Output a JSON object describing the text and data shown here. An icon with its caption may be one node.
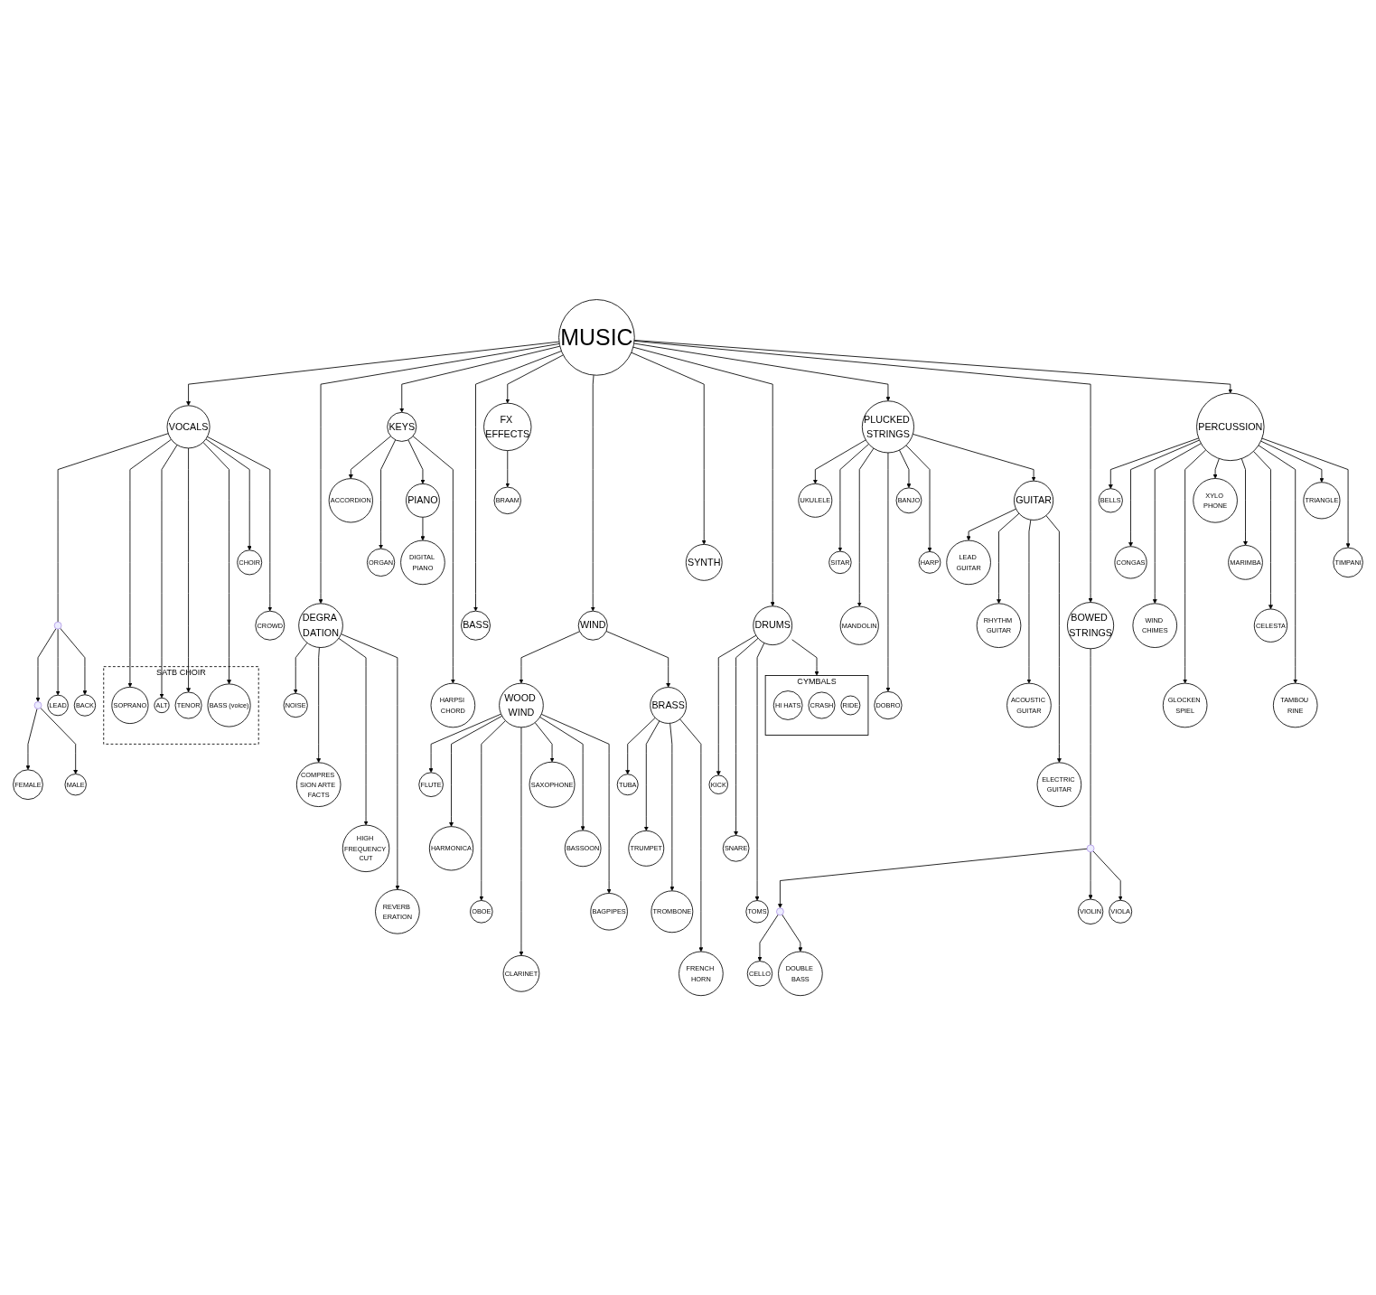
{
  "diagram": {
    "nodes": [
      {
        "text": [
          "MUSIC"
        ]
      },
      {
        "text": [
          "VOCALS"
        ]
      },
      {
        "text": [
          "FEMALE"
        ]
      },
      {
        "text": [
          "MALE"
        ]
      },
      {
        "text": [
          "LEAD"
        ]
      },
      {
        "text": [
          "BACK"
        ]
      },
      {
        "text": [
          "SATB CHOIR"
        ]
      },
      {
        "text": [
          "SOPRANO"
        ],
        "in": 6
      },
      {
        "text": [
          "ALT"
        ],
        "in": 6
      },
      {
        "text": [
          "TENOR"
        ],
        "in": 6
      },
      {
        "text": [
          "BASS (voice)"
        ],
        "in": 6
      },
      {
        "text": [
          "CHOIR"
        ]
      },
      {
        "text": [
          "CROWD"
        ]
      },
      {
        "text": [
          "DEGRA DATION"
        ]
      },
      {
        "text": [
          "NOISE"
        ]
      },
      {
        "text": [
          "COMPRES SION ARTE FACTS"
        ]
      },
      {
        "text": [
          "HIGH FREQUENCY CUT"
        ]
      },
      {
        "text": [
          "REVERB ERATION"
        ]
      },
      {
        "text": [
          "KEYS"
        ]
      },
      {
        "text": [
          "ACCORDION"
        ]
      },
      {
        "text": [
          "ORGAN"
        ]
      },
      {
        "text": [
          "PIANO"
        ]
      },
      {
        "text": [
          "DIGITAL PIANO"
        ]
      },
      {
        "text": [
          "HARPSI CHORD"
        ]
      },
      {
        "text": [
          "BASS"
        ]
      },
      {
        "text": [
          "FX EFFECTS"
        ]
      },
      {
        "text": [
          "BRAAM"
        ]
      },
      {
        "text": [
          "WIND"
        ]
      },
      {
        "text": [
          "WOOD WIND"
        ]
      },
      {
        "text": [
          "FLUTE"
        ]
      },
      {
        "text": [
          "HARMONICA"
        ]
      },
      {
        "text": [
          "OBOE"
        ]
      },
      {
        "text": [
          "CLARINET"
        ]
      },
      {
        "text": [
          "SAXOPHONE"
        ]
      },
      {
        "text": [
          "BASSOON"
        ]
      },
      {
        "text": [
          "BAGPIPES"
        ]
      },
      {
        "text": [
          "BRASS"
        ]
      },
      {
        "text": [
          "TUBA"
        ]
      },
      {
        "text": [
          "TRUMPET"
        ]
      },
      {
        "text": [
          "TROMBONE"
        ]
      },
      {
        "text": [
          "FRENCH HORN"
        ]
      },
      {
        "text": [
          "SYNTH"
        ]
      },
      {
        "text": [
          "DRUMS"
        ]
      },
      {
        "text": [
          "CYMBALS"
        ]
      },
      {
        "text": [
          "HI HATS"
        ],
        "in": 43
      },
      {
        "text": [
          "CRASH"
        ],
        "in": 43
      },
      {
        "text": [
          "RIDE"
        ],
        "in": 43
      },
      {
        "text": [
          "KICK"
        ]
      },
      {
        "text": [
          "SNARE"
        ]
      },
      {
        "text": [
          "TOMS"
        ]
      },
      {
        "text": [
          "PLUCKED STRINGS"
        ]
      },
      {
        "text": [
          "UKULELE"
        ]
      },
      {
        "text": [
          "SITAR"
        ]
      },
      {
        "text": [
          "MANDOLIN"
        ]
      },
      {
        "text": [
          "DOBRO"
        ]
      },
      {
        "text": [
          "BANJO"
        ]
      },
      {
        "text": [
          "HARP"
        ]
      },
      {
        "text": [
          "GUITAR"
        ]
      },
      {
        "text": [
          "LEAD GUITAR"
        ]
      },
      {
        "text": [
          "RHYTHM GUITAR"
        ]
      },
      {
        "text": [
          "ACOUSTIC GUITAR"
        ]
      },
      {
        "text": [
          "ELECTRIC GUITAR"
        ]
      },
      {
        "text": [
          "BOWED STRINGS"
        ]
      },
      {
        "text": [
          "VIOLIN"
        ]
      },
      {
        "text": [
          "VIOLA"
        ]
      },
      {
        "text": [
          "CELLO"
        ]
      },
      {
        "text": [
          "DOUBLE BASS"
        ]
      },
      {
        "text": [
          "PERCUSSION"
        ]
      },
      {
        "text": [
          "BELLS"
        ]
      },
      {
        "text": [
          "CONGAS"
        ]
      },
      {
        "text": [
          "WIND CHIMES"
        ]
      },
      {
        "text": [
          "GLOCKEN SPIEL"
        ]
      },
      {
        "text": [
          "XYLO PHONE"
        ]
      },
      {
        "text": [
          "MARIMBA"
        ]
      },
      {
        "text": [
          "CELESTA"
        ]
      },
      {
        "text": [
          "TAMBOU RINE"
        ]
      },
      {
        "text": [
          "TRIANGLE"
        ]
      },
      {
        "text": [
          "TIMPANI"
        ]
      },
      {
        "text": [],
        "shape": "point"
      },
      {
        "text": [],
        "shape": "point"
      },
      {
        "text": [],
        "shape": "point"
      },
      {
        "text": [],
        "shape": "point"
      }
    ],
    "edges": [
      {
        "from": 0,
        "to": 1,
        "arrow": "to"
      },
      {
        "from": 0,
        "to": 13,
        "arrow": "to"
      },
      {
        "from": 0,
        "to": 18,
        "arrow": "to"
      },
      {
        "from": 0,
        "to": 24,
        "arrow": "to"
      },
      {
        "from": 0,
        "to": 25,
        "arrow": "to"
      },
      {
        "from": 0,
        "to": 27,
        "arrow": "to"
      },
      {
        "from": 0,
        "to": 41,
        "arrow": "to"
      },
      {
        "from": 0,
        "to": 42,
        "arrow": "to"
      },
      {
        "from": 0,
        "to": 50,
        "arrow": "to"
      },
      {
        "from": 0,
        "to": 62,
        "arrow": "to"
      },
      {
        "from": 0,
        "to": 67,
        "arrow": "to"
      },
      {
        "from": 1,
        "to": 78,
        "arrow": "none"
      },
      {
        "from": 78,
        "to": 79,
        "arrow": "to"
      },
      {
        "from": 79,
        "to": 2,
        "arrow": "to"
      },
      {
        "from": 79,
        "to": 3,
        "arrow": "to"
      },
      {
        "from": 78,
        "to": 4,
        "arrow": "to"
      },
      {
        "from": 78,
        "to": 5,
        "arrow": "to"
      },
      {
        "from": 1,
        "to": 7,
        "arrow": "to"
      },
      {
        "from": 1,
        "to": 8,
        "arrow": "to"
      },
      {
        "from": 1,
        "to": 9,
        "arrow": "to"
      },
      {
        "from": 1,
        "to": 10,
        "arrow": "to"
      },
      {
        "from": 1,
        "to": 11,
        "arrow": "to"
      },
      {
        "from": 1,
        "to": 12,
        "arrow": "to"
      },
      {
        "from": 13,
        "to": 14,
        "arrow": "to"
      },
      {
        "from": 13,
        "to": 15,
        "arrow": "to"
      },
      {
        "from": 13,
        "to": 16,
        "arrow": "to"
      },
      {
        "from": 13,
        "to": 17,
        "arrow": "to"
      },
      {
        "from": 18,
        "to": 19,
        "arrow": "to"
      },
      {
        "from": 18,
        "to": 20,
        "arrow": "to"
      },
      {
        "from": 18,
        "to": 21,
        "arrow": "to"
      },
      {
        "from": 21,
        "to": 22,
        "arrow": "to"
      },
      {
        "from": 18,
        "to": 23,
        "arrow": "to"
      },
      {
        "from": 25,
        "to": 26,
        "arrow": "to"
      },
      {
        "from": 27,
        "to": 28,
        "arrow": "to"
      },
      {
        "from": 27,
        "to": 36,
        "arrow": "to"
      },
      {
        "from": 28,
        "to": 29,
        "arrow": "to"
      },
      {
        "from": 28,
        "to": 30,
        "arrow": "to"
      },
      {
        "from": 28,
        "to": 31,
        "arrow": "to"
      },
      {
        "from": 28,
        "to": 32,
        "arrow": "to"
      },
      {
        "from": 28,
        "to": 33,
        "arrow": "to"
      },
      {
        "from": 28,
        "to": 34,
        "arrow": "to"
      },
      {
        "from": 28,
        "to": 35,
        "arrow": "to"
      },
      {
        "from": 36,
        "to": 37,
        "arrow": "to"
      },
      {
        "from": 36,
        "to": 38,
        "arrow": "to"
      },
      {
        "from": 36,
        "to": 39,
        "arrow": "to"
      },
      {
        "from": 36,
        "to": 40,
        "arrow": "to"
      },
      {
        "from": 42,
        "to": 43,
        "arrow": "to"
      },
      {
        "from": 42,
        "to": 47,
        "arrow": "to"
      },
      {
        "from": 42,
        "to": 48,
        "arrow": "to"
      },
      {
        "from": 42,
        "to": 49,
        "arrow": "to"
      },
      {
        "from": 50,
        "to": 51,
        "arrow": "to"
      },
      {
        "from": 50,
        "to": 52,
        "arrow": "to"
      },
      {
        "from": 50,
        "to": 53,
        "arrow": "to"
      },
      {
        "from": 50,
        "to": 54,
        "arrow": "to"
      },
      {
        "from": 50,
        "to": 55,
        "arrow": "to"
      },
      {
        "from": 50,
        "to": 56,
        "arrow": "to"
      },
      {
        "from": 50,
        "to": 57,
        "arrow": "to"
      },
      {
        "from": 57,
        "to": 58,
        "arrow": "to"
      },
      {
        "from": 57,
        "to": 59,
        "arrow": "to"
      },
      {
        "from": 57,
        "to": 60,
        "arrow": "to"
      },
      {
        "from": 57,
        "to": 61,
        "arrow": "to"
      },
      {
        "from": 62,
        "to": 80,
        "arrow": "none"
      },
      {
        "from": 80,
        "to": 81,
        "arrow": "to"
      },
      {
        "from": 80,
        "to": 63,
        "arrow": "to"
      },
      {
        "from": 80,
        "to": 64,
        "arrow": "to"
      },
      {
        "from": 81,
        "to": 65,
        "arrow": "to"
      },
      {
        "from": 81,
        "to": 66,
        "arrow": "to"
      },
      {
        "from": 67,
        "to": 68,
        "arrow": "to"
      },
      {
        "from": 67,
        "to": 69,
        "arrow": "to"
      },
      {
        "from": 67,
        "to": 70,
        "arrow": "to"
      },
      {
        "from": 67,
        "to": 71,
        "arrow": "to"
      },
      {
        "from": 67,
        "to": 72,
        "arrow": "to"
      },
      {
        "from": 67,
        "to": 73,
        "arrow": "to"
      },
      {
        "from": 67,
        "to": 74,
        "arrow": "to"
      },
      {
        "from": 67,
        "to": 75,
        "arrow": "to"
      },
      {
        "from": 67,
        "to": 76,
        "arrow": "to"
      },
      {
        "from": 67,
        "to": 77,
        "arrow": "to"
      }
    ]
  }
}
